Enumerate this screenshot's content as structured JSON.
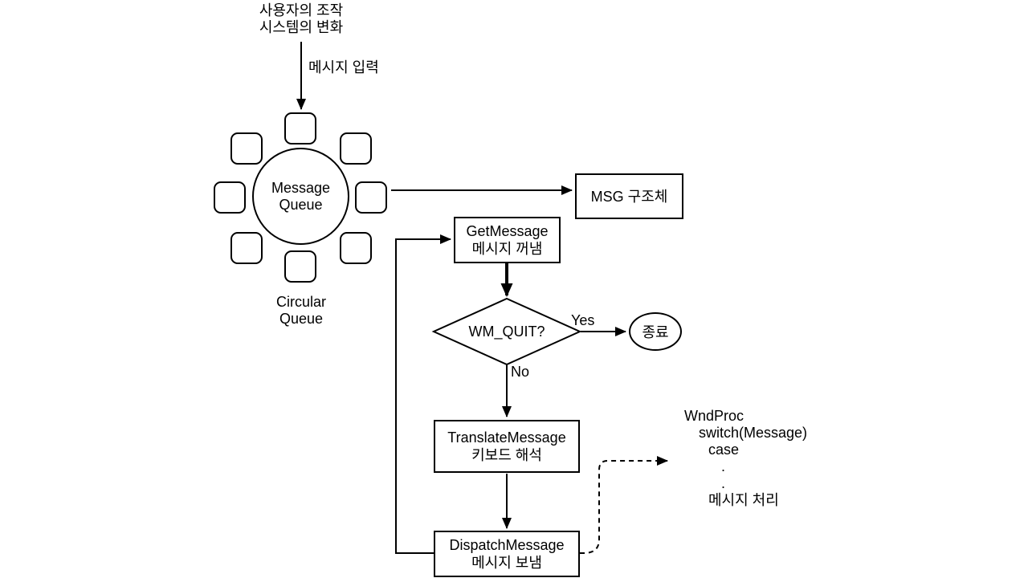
{
  "colors": {
    "stroke": "#000000",
    "background": "#ffffff"
  },
  "diagram": {
    "source": {
      "line1": "사용자의 조작",
      "line2": "시스템의 변화"
    },
    "input_label": "메시지 입력",
    "queue_circle": {
      "line1": "Message",
      "line2": "Queue"
    },
    "queue_caption": {
      "line1": "Circular",
      "line2": "Queue"
    },
    "msg_box": {
      "label": "MSG 구조체"
    },
    "get_message": {
      "line1": "GetMessage",
      "line2": "메시지 꺼냄"
    },
    "decision": {
      "label": "WM_QUIT?",
      "yes": "Yes",
      "no": "No"
    },
    "exit": {
      "label": "종료"
    },
    "translate": {
      "line1": "TranslateMessage",
      "line2": "키보드 해석"
    },
    "dispatch": {
      "line1": "DispatchMessage",
      "line2": "메시지 보냄"
    },
    "wndproc": {
      "lines": [
        "WndProc",
        "switch(Message)",
        "case",
        ".",
        ".",
        "메시지 처리"
      ]
    }
  }
}
